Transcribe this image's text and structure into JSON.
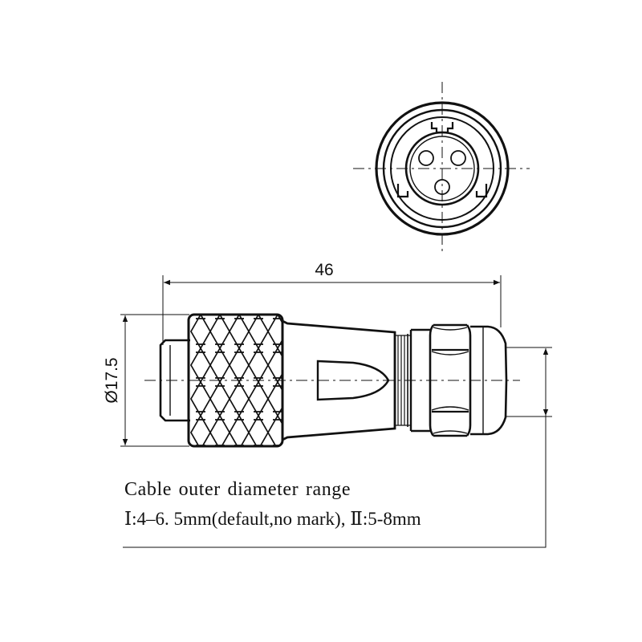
{
  "dimensions": {
    "length": "46",
    "diameter": "Ø17.5"
  },
  "note": {
    "title": "Cable outer  diameter range",
    "ranges": "Ⅰ:4–6. 5mm(default,no mark), Ⅱ:5-8mm"
  },
  "colors": {
    "line": "#111111",
    "background": "#ffffff"
  }
}
